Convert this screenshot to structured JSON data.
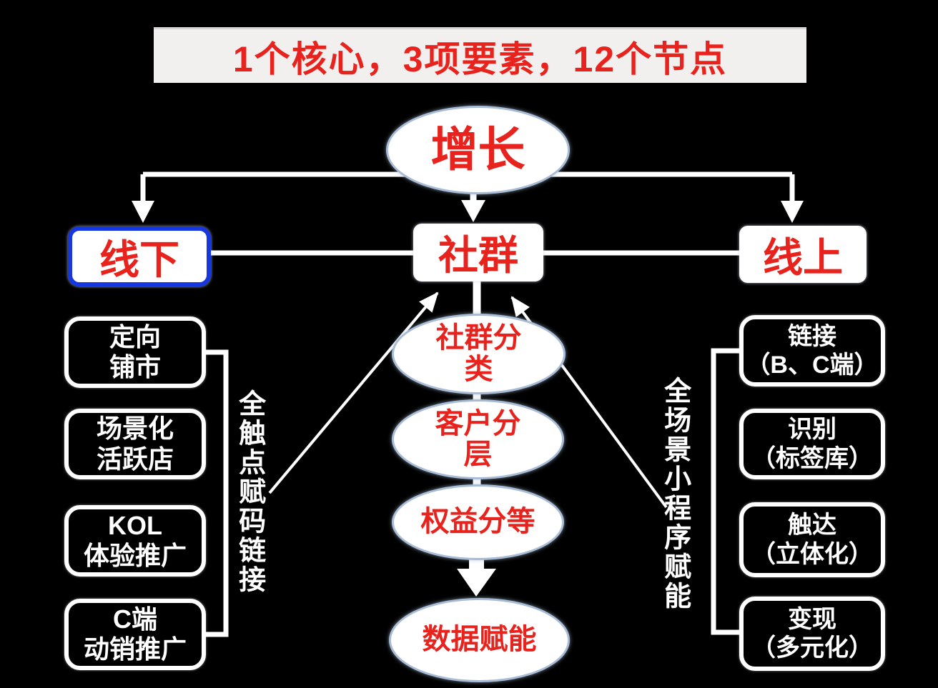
{
  "banner": {
    "title": "1个核心，3项要素，12个节点"
  },
  "core": {
    "label": "增长"
  },
  "channels": {
    "offline": {
      "label": "线下"
    },
    "community": {
      "label": "社群"
    },
    "online": {
      "label": "线上"
    }
  },
  "community_chain": [
    {
      "line1": "社群分",
      "line2": "类"
    },
    {
      "line1": "客户分",
      "line2": "层"
    },
    {
      "line1": "权益分等",
      "line2": ""
    },
    {
      "line1": "数据赋能",
      "line2": ""
    }
  ],
  "offline_chain": [
    {
      "line1": "定向",
      "line2": "铺市"
    },
    {
      "line1": "场景化",
      "line2": "活跃店"
    },
    {
      "line1": "KOL",
      "line2": "体验推广"
    },
    {
      "line1": "C端",
      "line2": "动销推广"
    }
  ],
  "online_chain": [
    {
      "line1": "链接",
      "line2": "（B、C端）"
    },
    {
      "line1": "识别",
      "line2": "（标签库）"
    },
    {
      "line1": "触达",
      "line2": "（立体化）"
    },
    {
      "line1": "变现",
      "line2": "（多元化）"
    }
  ],
  "side_labels": {
    "left": "全触点赋码链接",
    "right": "全场景小程序赋能"
  },
  "colors": {
    "background": "#000000",
    "accent_red": "#e8231d",
    "highlight_blue": "#1636df",
    "node_white": "#ffffff",
    "banner_white": "#f2f0ee"
  }
}
